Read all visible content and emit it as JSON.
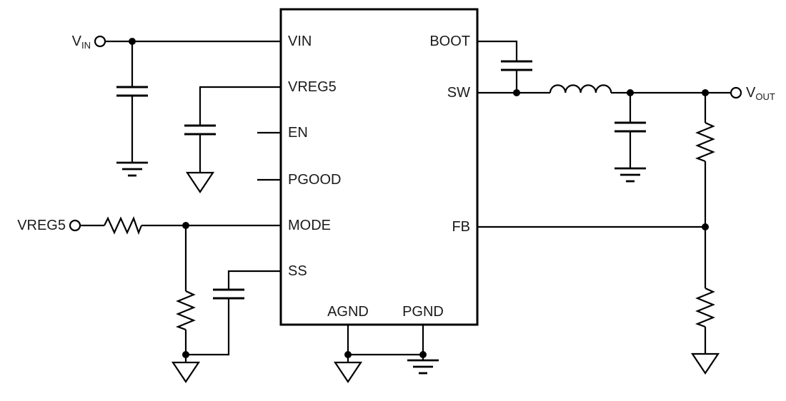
{
  "colors": {
    "wire": "#000000",
    "text": "#1a1a1a",
    "background": "#ffffff"
  },
  "ic": {
    "left_pins": [
      "VIN",
      "VREG5",
      "EN",
      "PGOOD",
      "MODE",
      "SS"
    ],
    "right_pins": [
      "BOOT",
      "SW",
      "FB"
    ],
    "bottom_pins": [
      "AGND",
      "PGND"
    ]
  },
  "terminals": {
    "vin": {
      "main": "V",
      "sub": "IN"
    },
    "vreg5": "VREG5",
    "vout": {
      "main": "V",
      "sub": "OUT"
    }
  }
}
